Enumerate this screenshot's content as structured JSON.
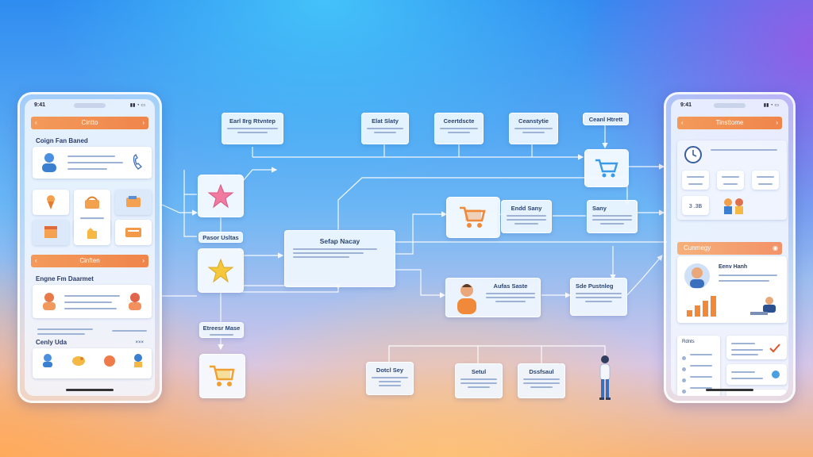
{
  "colors": {
    "accent_orange": "#f0854a",
    "card_bg": "#f0f7ff",
    "wire": "#ffffff",
    "star_pink": "#f07aa0",
    "star_yellow": "#f5c73a",
    "cart_blue": "#3a9be8",
    "cart_orange": "#f08a3a"
  },
  "left_phone": {
    "time": "9:41",
    "top_bar_title": "Cintto",
    "section1_title": "Coign Fan Baned",
    "mid_bar_title": "Cinften",
    "section2_title": "Engne Fm Daarmet",
    "section3_title": "Cenly Uda",
    "section3_more": "×××"
  },
  "right_phone": {
    "time": "9:41",
    "top_bar_title": "Tinsttome",
    "stat_values": [
      "3 .3B"
    ],
    "profile_bar_title": "Cunmegy",
    "profile_name": "Eenv Hanh",
    "list_header": "Rdnts"
  },
  "flow": {
    "card_top_left": "Earl 8rg Rtvntep",
    "card_top_1": "Elat Slaty",
    "card_top_2": "Ceertdscte",
    "card_top_3": "Ceanstytie",
    "card_top_4": "Ceanl Htrett",
    "label_left_mid": "Pasor Usltas",
    "center_card_title": "Sefap Nacay",
    "card_cart_title": "Endd Sany",
    "card_right_mid": "Sany",
    "card_person_title": "Aufas Saste",
    "card_right_low": "Sde Pustnleg",
    "label_left_low": "Etreesr Mase",
    "bottom_card_1": "Dotcl Sey",
    "bottom_card_2": "Setul",
    "bottom_card_3": "Dssfsaul"
  },
  "icons": [
    "star-icon",
    "cart-icon",
    "person-icon",
    "clock-icon",
    "chart-icon",
    "avatar-icon"
  ]
}
